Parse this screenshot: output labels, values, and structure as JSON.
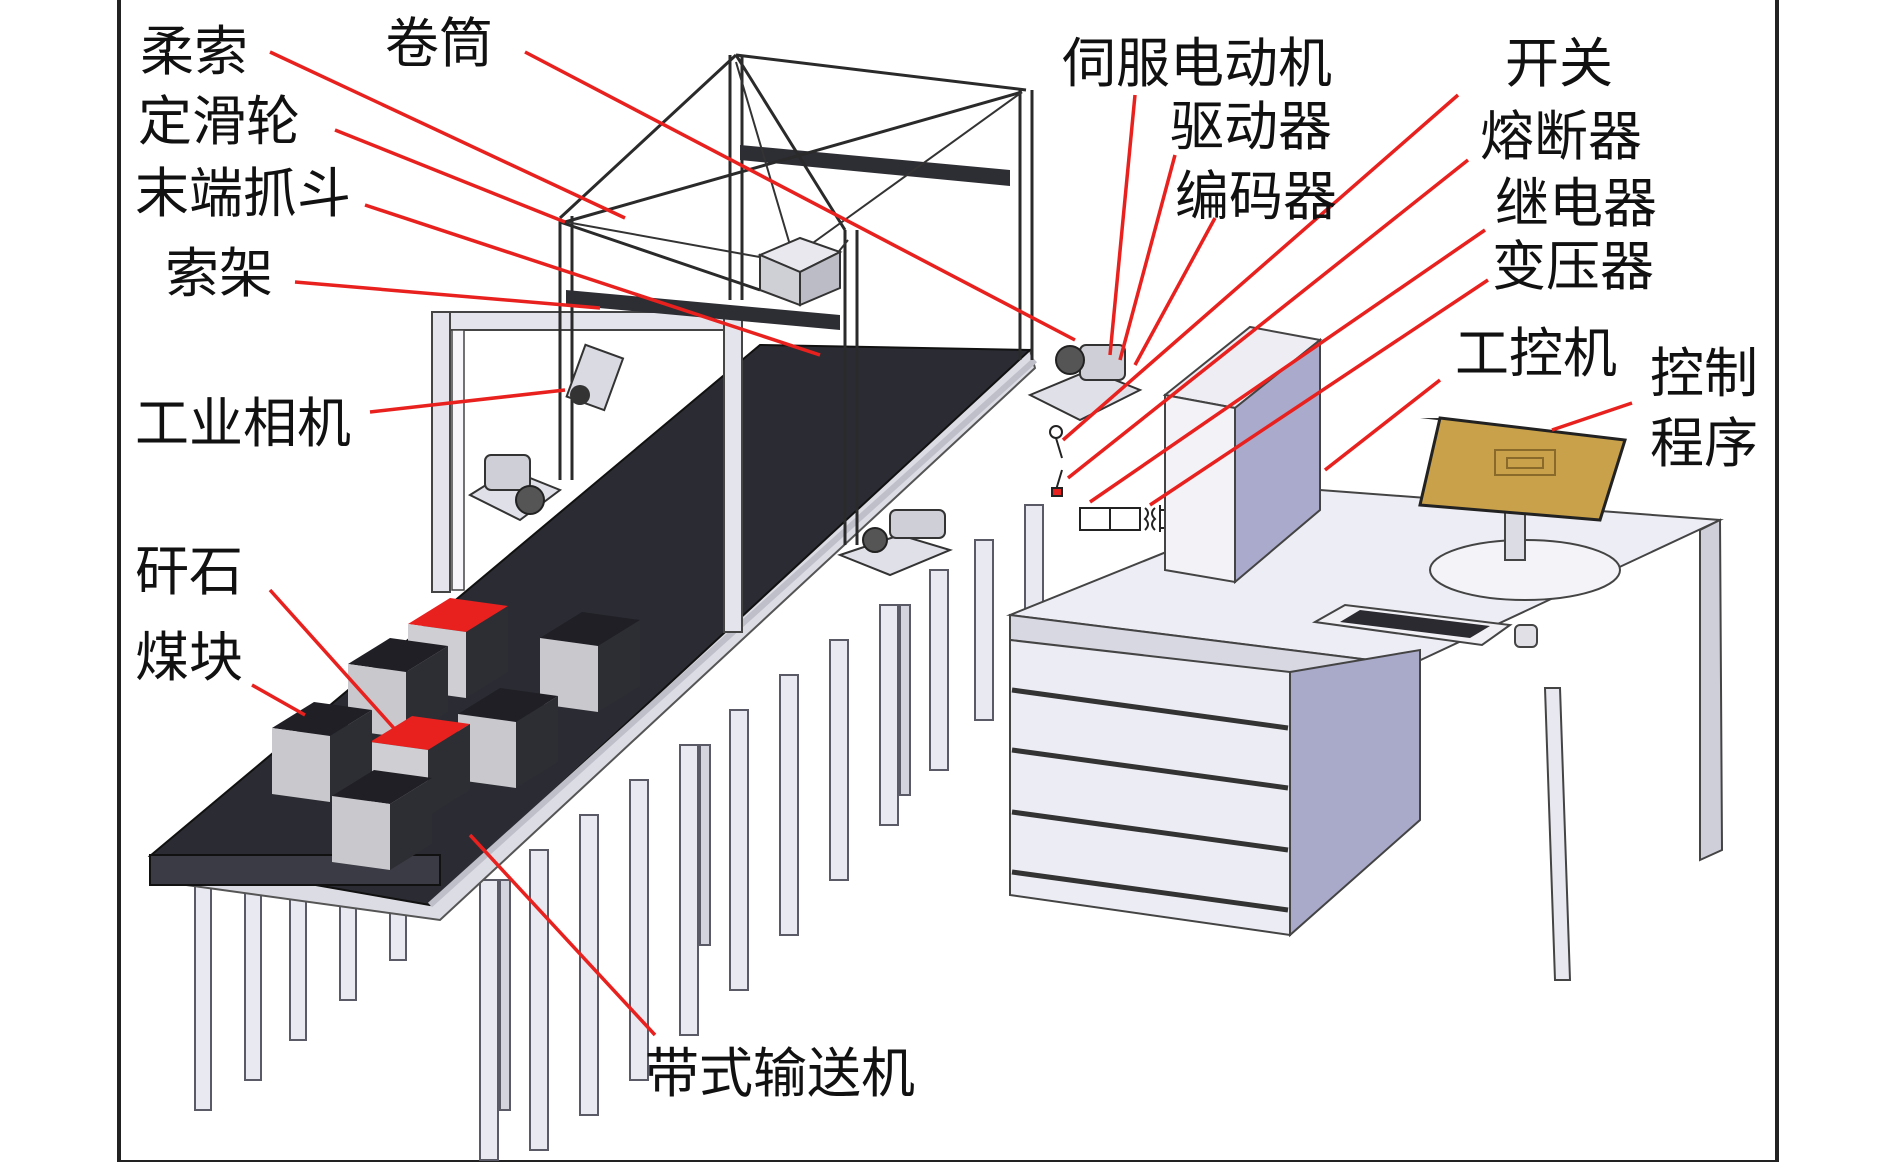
{
  "diagram": {
    "labels": {
      "flexible_cable": "柔索",
      "fixed_pulley": "定滑轮",
      "end_grab_bucket": "末端抓斗",
      "cable_frame": "索架",
      "industrial_camera": "工业相机",
      "drum": "卷筒",
      "servo_motor": "伺服电动机",
      "driver": "驱动器",
      "encoder": "编码器",
      "switch": "开关",
      "fuse": "熔断器",
      "relay": "继电器",
      "transformer": "变压器",
      "industrial_pc": "工控机",
      "control_program_line1": "控制",
      "control_program_line2": "程序",
      "gangue": "矸石",
      "coal_block": "煤块",
      "belt_conveyor": "带式输送机"
    },
    "colors": {
      "leader": "#e8211f",
      "belt": "#2b2c33",
      "gangue_top": "#e8211f",
      "coal_block": "#2a2a30",
      "desk": "#ebebf3",
      "monitor_screen": "#c8a14a"
    }
  }
}
